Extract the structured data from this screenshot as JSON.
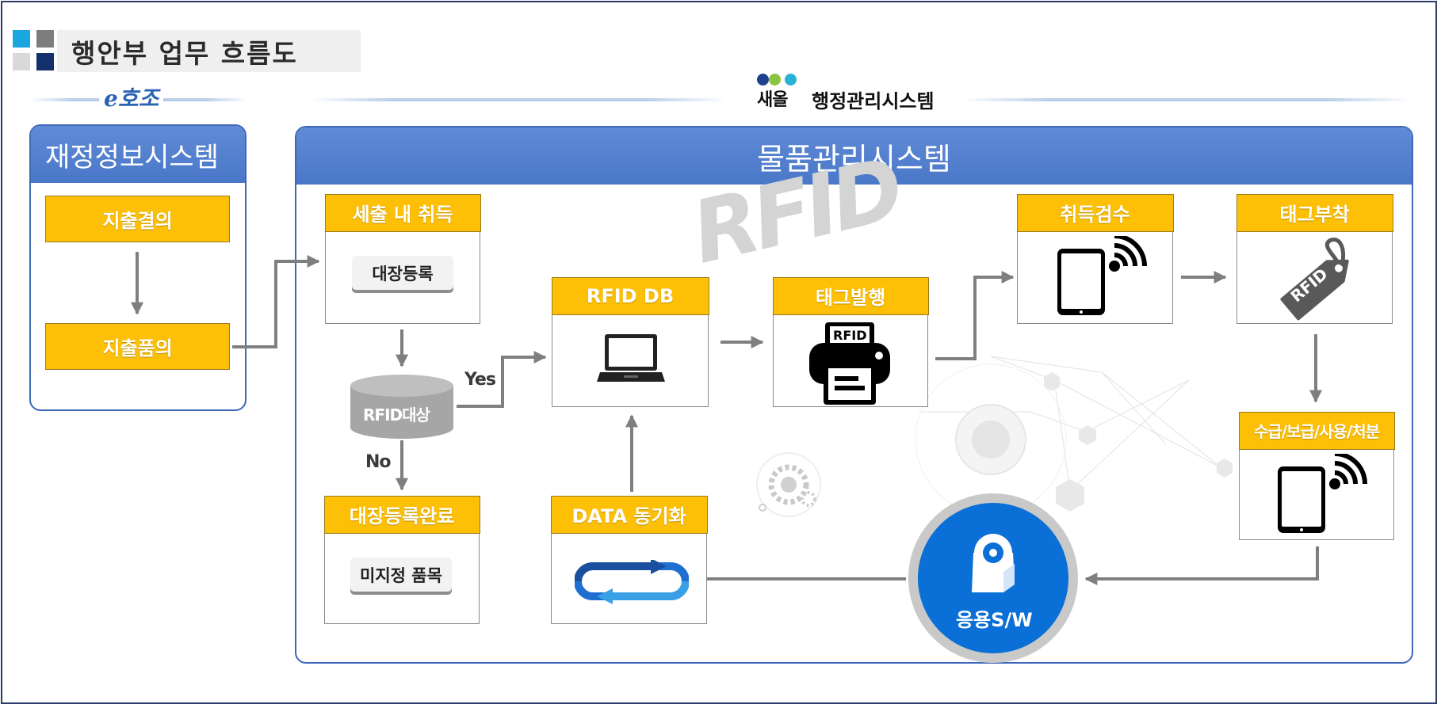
{
  "header": {
    "title": "행안부 업무 흐름도"
  },
  "systems": {
    "ehojo": "e호조",
    "saeol_word": "새올",
    "saeol_title": "행정관리시스템"
  },
  "finance": {
    "title": "재정정보시스템",
    "steps": [
      "지출결의",
      "지출품의"
    ]
  },
  "goods": {
    "title": "물품관리시스템",
    "watermark": "RFID",
    "acquire": {
      "title": "세출 내 취득",
      "chip": "대장등록"
    },
    "rfid_target": "RFID대상",
    "yes": "Yes",
    "no": "No",
    "ledger_done": {
      "title": "대장등록완료",
      "chip": "미지정 품목"
    },
    "rfid_db": {
      "title": "RFID DB"
    },
    "tag_issue": {
      "title": "태그발행",
      "printer_label": "RFID"
    },
    "inspection": {
      "title": "취득검수"
    },
    "tag_attach": {
      "title": "태그부착",
      "tag_label": "RFID"
    },
    "usage": {
      "title": "수급/보급/사용/처분"
    },
    "sync": {
      "title": "DATA 동기화"
    },
    "app": {
      "label": "응용S/W"
    }
  },
  "colors": {
    "box_yellow": "#fdc007",
    "panel_blue": "#4a77c8",
    "app_blue": "#0a6fd6",
    "arrow_gray": "#7f7f7f"
  }
}
